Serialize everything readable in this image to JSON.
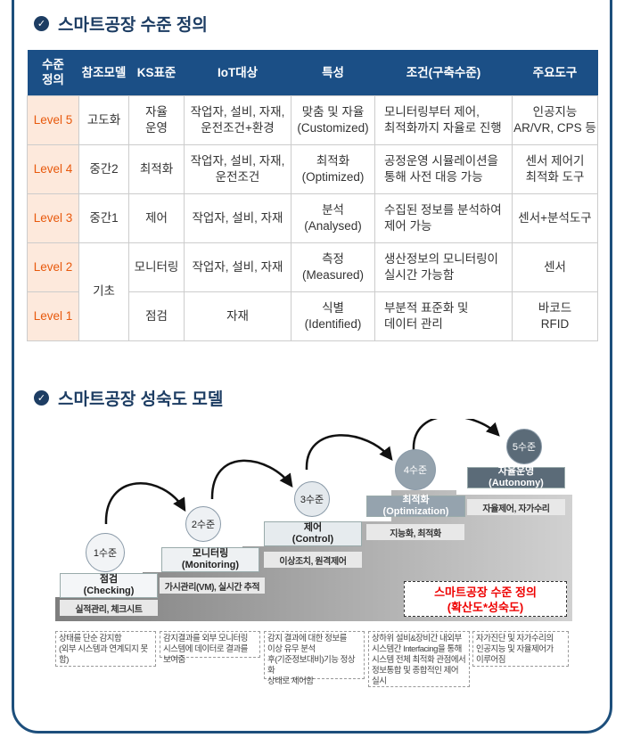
{
  "section1": {
    "title": "스마트공장 수준 정의"
  },
  "table": {
    "headers": [
      "수준\n정의",
      "참조모델",
      "KS표준",
      "IoT대상",
      "특성",
      "조건(구축수준)",
      "주요도구"
    ],
    "rows": [
      {
        "level": "Level 5",
        "ref": "고도화",
        "ks": "자율\n운영",
        "iot": "작업자, 설비, 자재,\n운전조건+환경",
        "trait": "맞춤 및 자율\n(Customized)",
        "cond": "모니터링부터 제어,\n최적화까지 자율로 진행",
        "tool": "인공지능\nAR/VR, CPS 등"
      },
      {
        "level": "Level 4",
        "ref": "중간2",
        "ks": "최적화",
        "iot": "작업자, 설비, 자재,\n운전조건",
        "trait": "최적화\n(Optimized)",
        "cond": "공정운영 시뮬레이션을\n통해 사전 대응 가능",
        "tool": "센서 제어기\n최적화 도구"
      },
      {
        "level": "Level 3",
        "ref": "중간1",
        "ks": "제어",
        "iot": "작업자, 설비, 자재",
        "trait": "분석\n(Analysed)",
        "cond": "수집된 정보를 분석하여\n제어 가능",
        "tool": "센서+분석도구"
      },
      {
        "level": "Level 2",
        "ref": "기초",
        "ks": "모니터링",
        "iot": "작업자, 설비, 자재",
        "trait": "측정\n(Measured)",
        "cond": "생산정보의 모니터링이\n실시간 가능함",
        "tool": "센서"
      },
      {
        "level": "Level 1",
        "ref": "",
        "ks": "점검",
        "iot": "자재",
        "trait": "식별\n(Identified)",
        "cond": "부분적 표준화 및\n데이터 관리",
        "tool": "바코드\nRFID"
      }
    ]
  },
  "section2": {
    "title": "스마트공장 성숙도 모델"
  },
  "model": {
    "steps": [
      {
        "circle": "1수준",
        "name": "점검\n(Checking)",
        "desc": "실적관리, 체크시트",
        "note": "상태를 단순 감지함\n(외부 시스템과 연계되지 못함)"
      },
      {
        "circle": "2수준",
        "name": "모니터링\n(Monitoring)",
        "desc": "가시관리(VM), 실시간 추적",
        "note": "감지결과를 외부 모니터링\n시스템에 데이터로 결과를\n보여줌"
      },
      {
        "circle": "3수준",
        "name": "제어\n(Control)",
        "desc": "이상조치, 원격제어",
        "note": "감지 결과에 대한 정보를\n이상 유무 분석\n후(기준정보대비)기능 정상화\n상태로 제어함"
      },
      {
        "circle": "4수준",
        "name": "최적화\n(Optimization)",
        "desc": "지능화, 최적화",
        "note": "상하위 설비&장비간 내외부\n시스템간 Interfacing을 통해\n시스템 전체 최적화 관점에서\n정보통합 및 종합적인 제어\n실시"
      },
      {
        "circle": "5수준",
        "name": "자율운영\n(Autonomy)",
        "desc": "자율제어, 자가수리",
        "note": "자가진단 및 자가수리의\n인공지능 및 자율제어가\n이루어짐"
      }
    ],
    "callout": "스마트공장 수준 정의\n(확산도*성숙도)"
  }
}
